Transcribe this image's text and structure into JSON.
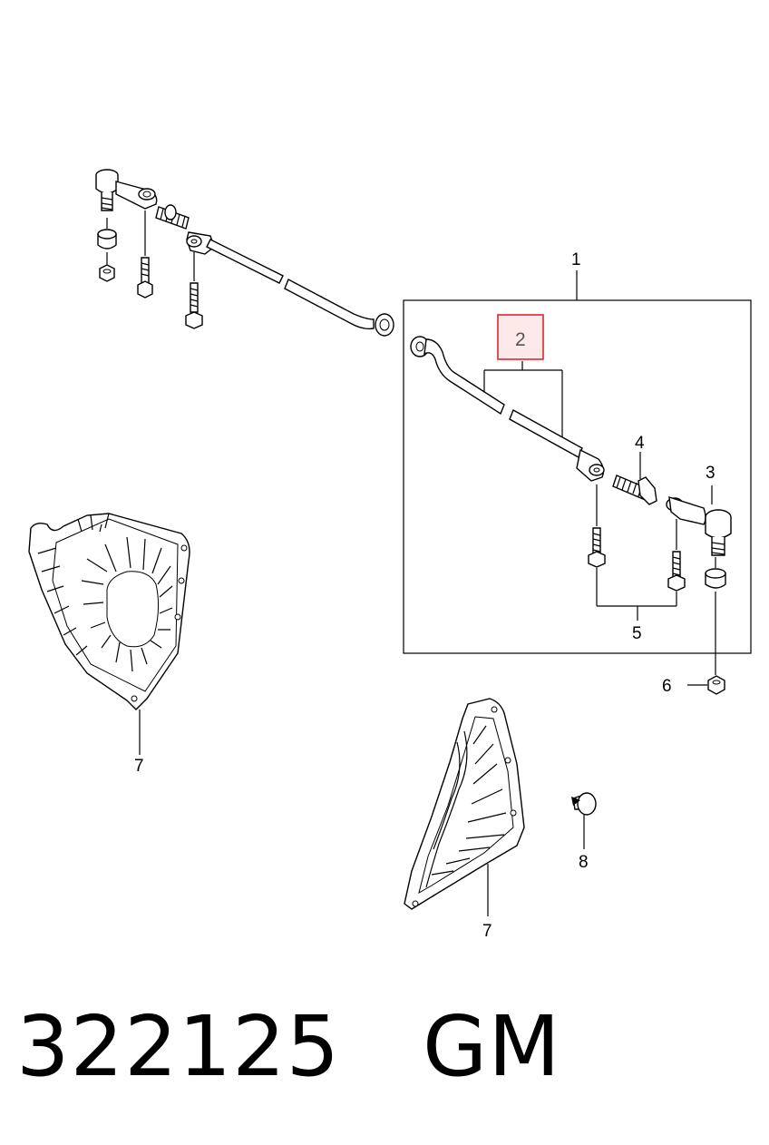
{
  "callouts": {
    "c1": "1",
    "c2": "2",
    "c3": "3",
    "c4": "4",
    "c5": "5",
    "c6": "6",
    "c7a": "7",
    "c7b": "7",
    "c8": "8"
  },
  "footer": {
    "part_number": "322125",
    "brand": "GM"
  },
  "colors": {
    "highlight_border": "#e0262b",
    "highlight_fill": "#fde9ea",
    "line": "#000000"
  }
}
